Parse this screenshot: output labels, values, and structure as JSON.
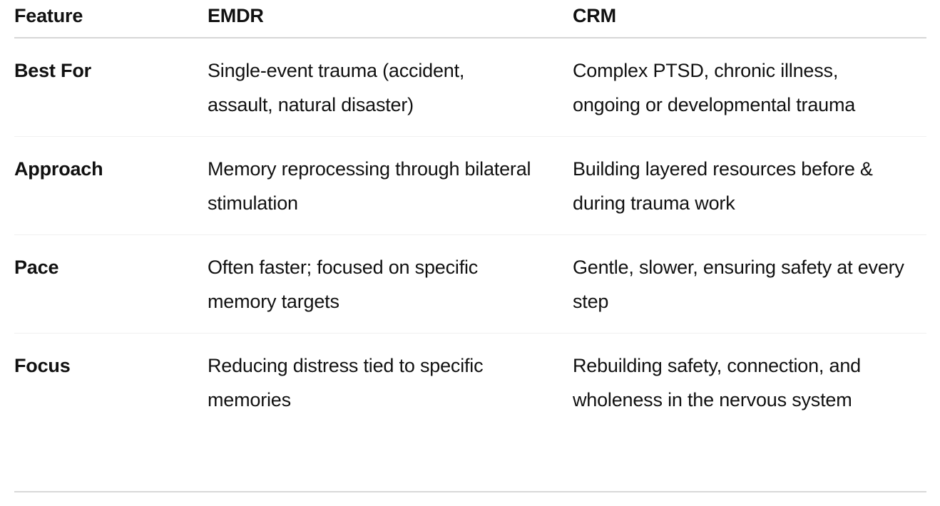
{
  "table": {
    "columns": [
      "Feature",
      "EMDR",
      "CRM"
    ],
    "rows": [
      [
        "Best For",
        "Single-event trauma (accident, assault, natural disaster)",
        "Complex PTSD, chronic illness, ongoing or developmental trauma"
      ],
      [
        "Approach",
        "Memory reprocessing through bilateral stimulation",
        "Building layered resources before & during trauma work"
      ],
      [
        "Pace",
        "Often faster; focused on specific memory targets",
        "Gentle, slower, ensuring safety at every step"
      ],
      [
        "Focus",
        "Reducing distress tied to specific memories",
        "Rebuilding safety, connection, and wholeness in the nervous system"
      ]
    ]
  },
  "colors": {
    "text": "#111111",
    "background": "#ffffff",
    "header_divider": "#d6d6d6",
    "row_divider": "#f0f0f0",
    "bottom_rule": "#d8d8d8"
  }
}
